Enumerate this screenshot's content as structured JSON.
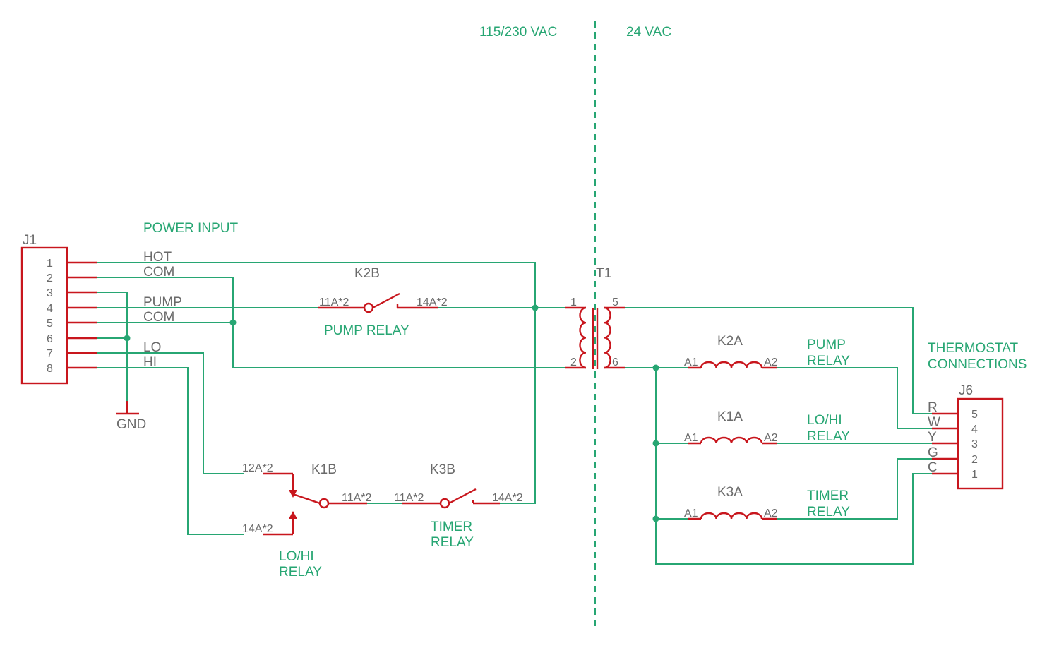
{
  "voltage_labels": {
    "high": "115/230 VAC",
    "low": "24 VAC"
  },
  "j1": {
    "ref": "J1",
    "title": "POWER INPUT",
    "pins": [
      "1",
      "2",
      "3",
      "4",
      "5",
      "6",
      "7",
      "8"
    ],
    "nets": [
      "HOT",
      "COM",
      "PUMP",
      "COM",
      "LO",
      "HI"
    ]
  },
  "gnd": "GND",
  "k2b": {
    "ref": "K2B",
    "pin_in": "11A*2",
    "pin_out": "14A*2",
    "caption": "PUMP RELAY"
  },
  "k1b": {
    "ref": "K1B",
    "pin_nc": "12A*2",
    "pin_no": "14A*2",
    "pin_com": "11A*2",
    "caption_line1": "LO/HI",
    "caption_line2": "RELAY"
  },
  "k3b": {
    "ref": "K3B",
    "pin_in": "11A*2",
    "pin_out": "14A*2",
    "caption_line1": "TIMER",
    "caption_line2": "RELAY"
  },
  "t1": {
    "ref": "T1",
    "pins": [
      "1",
      "2",
      "5",
      "6"
    ]
  },
  "coils": [
    {
      "ref": "K2A",
      "a1": "A1",
      "a2": "A2",
      "caption_line1": "PUMP",
      "caption_line2": "RELAY"
    },
    {
      "ref": "K1A",
      "a1": "A1",
      "a2": "A2",
      "caption_line1": "LO/HI",
      "caption_line2": "RELAY"
    },
    {
      "ref": "K3A",
      "a1": "A1",
      "a2": "A2",
      "caption_line1": "TIMER",
      "caption_line2": "RELAY"
    }
  ],
  "j6": {
    "ref": "J6",
    "title_line1": "THERMOSTAT",
    "title_line2": "CONNECTIONS",
    "pins": [
      "5",
      "4",
      "3",
      "2",
      "1"
    ],
    "nets": [
      "R",
      "W",
      "Y",
      "G",
      "C"
    ]
  },
  "colors": {
    "wire": "#27a673",
    "component": "#c8161d",
    "label": "#6a6a6a"
  }
}
